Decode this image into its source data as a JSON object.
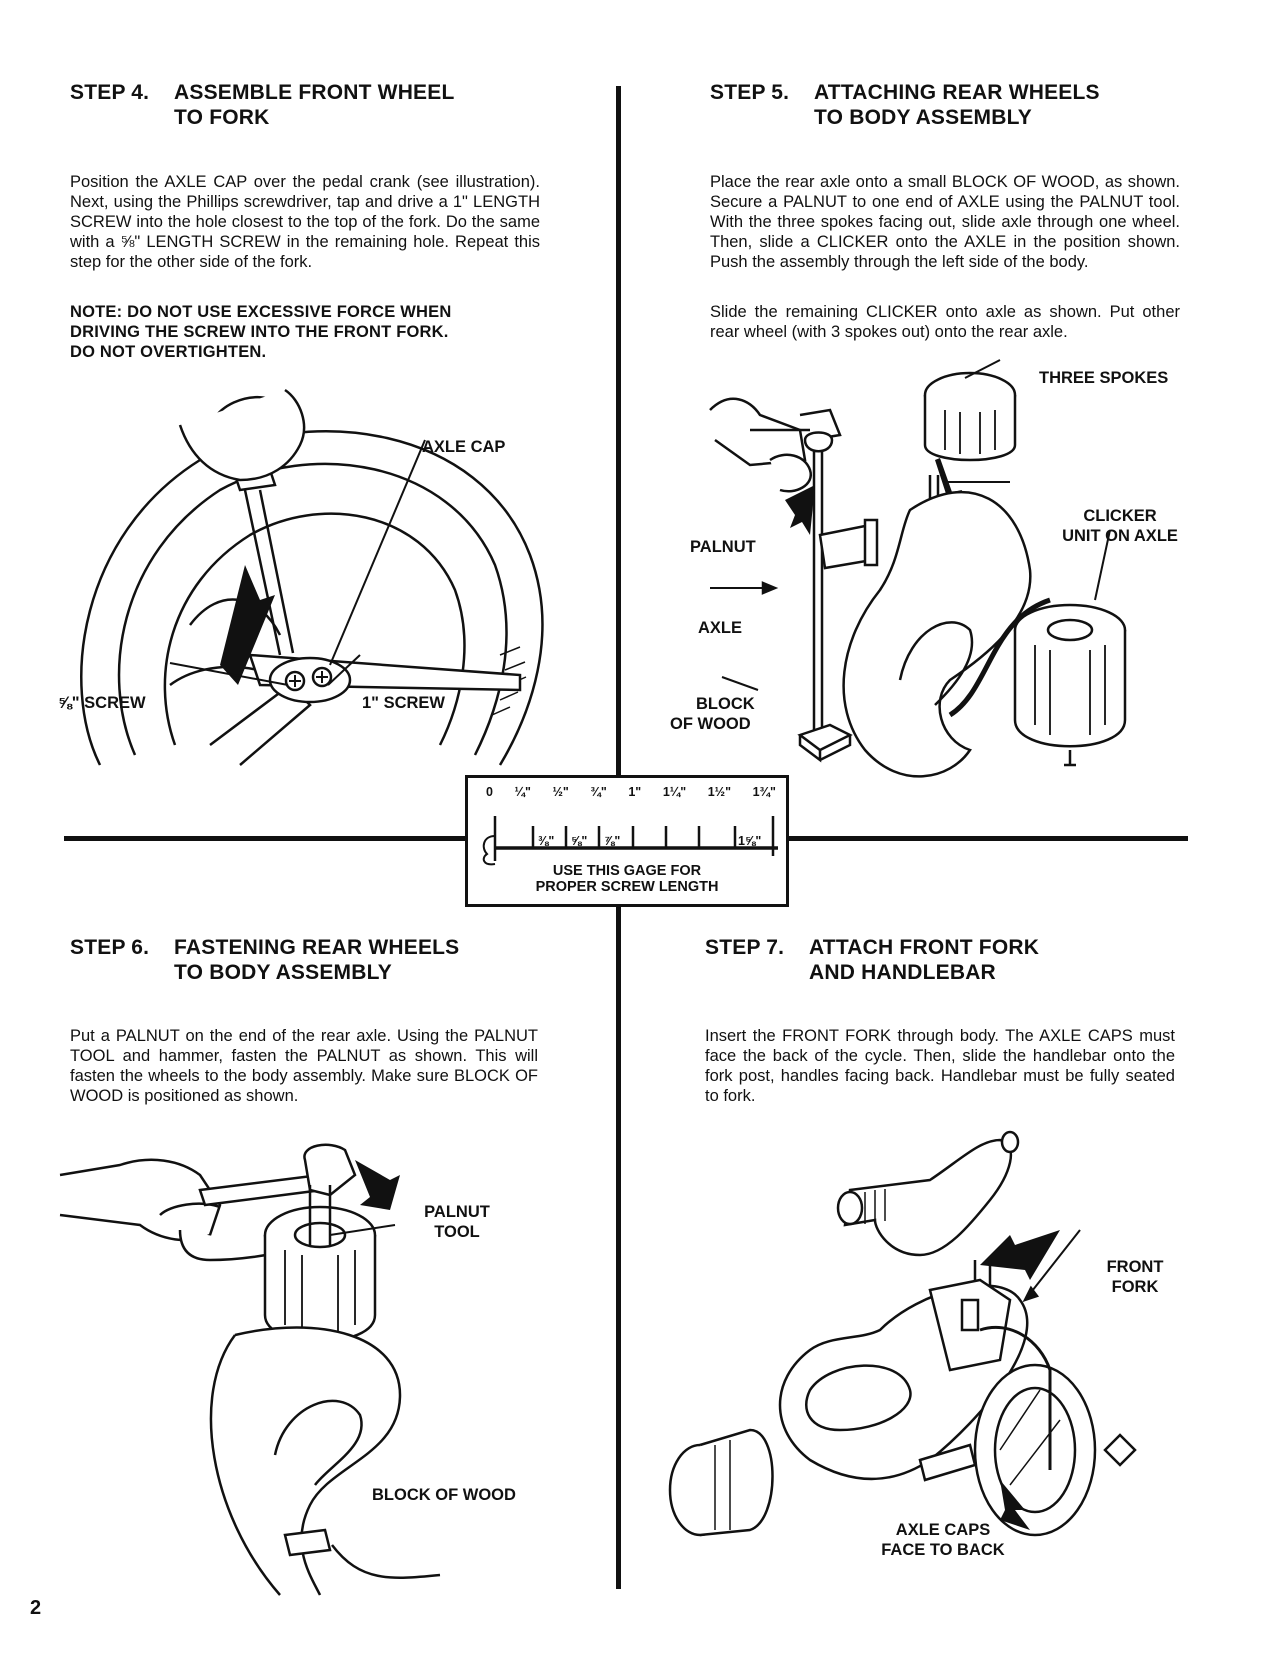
{
  "page_number": "2",
  "step4": {
    "num": "STEP 4.",
    "title_l1": "ASSEMBLE FRONT WHEEL",
    "title_l2": "TO FORK",
    "body": "Position the AXLE CAP over the pedal crank (see illustration). Next, using the Phillips screwdriver, tap and drive a 1\" LENGTH SCREW into the hole closest to the top of the fork. Do the same with a ⅝\" LENGTH SCREW in the remaining hole. Repeat this step for the other side of the fork.",
    "note_l1": "NOTE: DO NOT USE EXCESSIVE FORCE WHEN",
    "note_l2": "DRIVING THE SCREW INTO THE FRONT FORK.",
    "note_l3": "DO NOT OVERTIGHTEN.",
    "label_axle_cap": "AXLE CAP",
    "label_58_screw": "⅝\" SCREW",
    "label_1_screw": "1\" SCREW"
  },
  "step5": {
    "num": "STEP 5.",
    "title_l1": "ATTACHING REAR WHEELS",
    "title_l2": "TO BODY ASSEMBLY",
    "body1": "Place the rear axle onto a small BLOCK OF WOOD, as shown. Secure a PALNUT to one end of AXLE using the PALNUT tool. With the three spokes facing out, slide axle through one wheel. Then, slide a CLICKER onto the AXLE in the position shown. Push the assembly through the left side of the body.",
    "body2": "Slide the remaining CLICKER onto axle as shown. Put other rear wheel (with 3 spokes out) onto the rear axle.",
    "label_three_spokes": "THREE SPOKES",
    "label_clicker_l1": "CLICKER",
    "label_clicker_l2": "UNIT ON AXLE",
    "label_palnut": "PALNUT",
    "label_axle": "AXLE",
    "label_block_l1": "BLOCK",
    "label_block_l2": "OF WOOD"
  },
  "gage": {
    "top_ticks": [
      "0",
      "¼\"",
      "½\"",
      "¾\"",
      "1\"",
      "1¼\"",
      "1½\"",
      "1¾\""
    ],
    "bottom_ticks": [
      "⅜\"",
      "⅝\"",
      "⅞\"",
      "1⅝\""
    ],
    "caption_l1": "USE THIS GAGE FOR",
    "caption_l2": "PROPER SCREW LENGTH"
  },
  "step6": {
    "num": "STEP 6.",
    "title_l1": "FASTENING REAR WHEELS",
    "title_l2": "TO BODY ASSEMBLY",
    "body": "Put a PALNUT on the end of the rear axle. Using the PALNUT TOOL and hammer, fasten the PALNUT as shown. This will fasten the wheels to the body assembly. Make sure BLOCK OF WOOD is positioned as shown.",
    "label_palnut_l1": "PALNUT",
    "label_palnut_l2": "TOOL",
    "label_block": "BLOCK OF WOOD"
  },
  "step7": {
    "num": "STEP 7.",
    "title_l1": "ATTACH FRONT FORK",
    "title_l2": "AND HANDLEBAR",
    "body": "Insert the FRONT FORK through body. The AXLE CAPS must face the back of the cycle. Then, slide the handlebar onto the fork post, handles facing back. Handlebar must be fully seated to fork.",
    "label_front_l1": "FRONT",
    "label_front_l2": "FORK",
    "label_axle_caps_l1": "AXLE CAPS",
    "label_axle_caps_l2": "FACE TO BACK"
  }
}
